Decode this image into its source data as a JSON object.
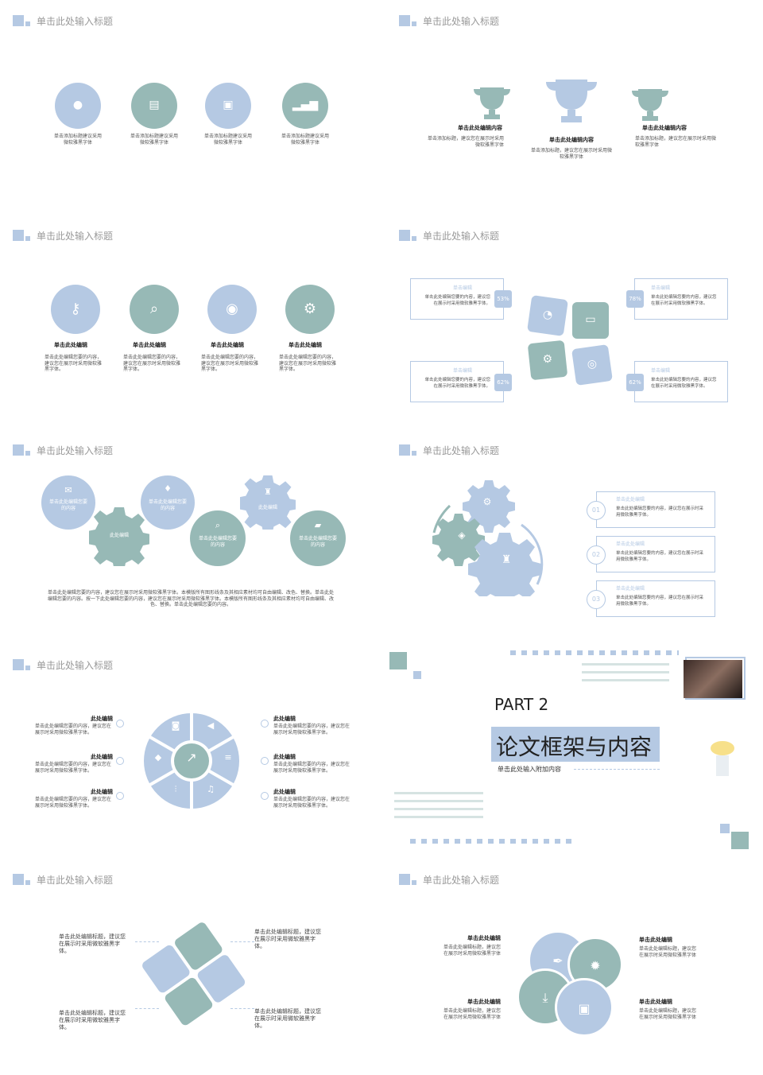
{
  "colors": {
    "blue": "#b5c9e3",
    "green": "#97b9b6",
    "title_gray": "#999999"
  },
  "slide_title": "单击此处输入标题",
  "s1": {
    "captions": [
      "单击添加标题建议采用微软雅黑字体",
      "单击添加标题建议采用微软雅黑字体",
      "单击添加标题建议采用微软雅黑字体",
      "单击添加标题建议采用微软雅黑字体"
    ],
    "icons": [
      "chat-icon",
      "store-icon",
      "lock-icon",
      "bar-chart-icon"
    ]
  },
  "s2": {
    "items": [
      {
        "head": "单击此处编辑内容",
        "body": "单击添加标题，建议您在展示时采用微软雅黑字体"
      },
      {
        "head": "单击此处编辑内容",
        "body": "单击添加标题，建议您在展示时采用微软雅黑字体"
      },
      {
        "head": "单击此处编辑内容",
        "body": "单击添加标题，建议您在展示时采用微软雅黑字体"
      }
    ]
  },
  "s3": {
    "items": [
      {
        "head": "单击此处编辑",
        "body": "单击此处编辑您要的内容，建议您在展示时采用微软雅黑字体。"
      },
      {
        "head": "单击此处编辑",
        "body": "单击此处编辑您要的内容，建议您在展示时采用微软雅黑字体。"
      },
      {
        "head": "单击此处编辑",
        "body": "单击此处编辑您要的内容，建议您在展示时采用微软雅黑字体。"
      },
      {
        "head": "单击此处编辑",
        "body": "单击此处编辑您要的内容，建议您在展示时采用微软雅黑字体。"
      }
    ]
  },
  "s4": {
    "boxes": [
      {
        "head": "单击编辑",
        "body": "单击此处编辑您要的内容，建议您在展示时采用微软雅黑字体。",
        "pct": "53%"
      },
      {
        "head": "单击编辑",
        "body": "单击此处编辑您要的内容，建议您在展示时采用微软雅黑字体。",
        "pct": "78%"
      },
      {
        "head": "单击编辑",
        "body": "单击此处编辑您要的内容，建议您在展示时采用微软雅黑字体。",
        "pct": "62%"
      },
      {
        "head": "单击编辑",
        "body": "单击此处编辑您要的内容，建议您在展示时采用微软雅黑字体。",
        "pct": "62%"
      }
    ]
  },
  "s5": {
    "circles": [
      "单击此处编辑您要的内容",
      "此处编辑",
      "单击此处编辑您要的内容",
      "此处编辑",
      "单击此处编辑您要的内容",
      "单击此处编辑您要的内容"
    ],
    "paragraph": "单击此处编辑您要的内容，建议您在展示时采用微软雅黑字体。本模版所有图形线条及其相应素材均可自由编辑、改色、替换。单击此处编辑您要的内容。按一下此处编辑您要的内容，建议您在展示时采用微软雅黑字体。本模版所有图形线条及其相应素材均可自由编辑、改色、替换。单击此处编辑您要的内容。"
  },
  "s6": {
    "items": [
      {
        "num": "01",
        "head": "单击此处编辑",
        "body": "单击此处编辑您要的内容，建议您在展示时采用微软雅黑字体。"
      },
      {
        "num": "02",
        "head": "单击此处编辑",
        "body": "单击此处编辑您要的内容，建议您在展示时采用微软雅黑字体。"
      },
      {
        "num": "03",
        "head": "单击此处编辑",
        "body": "单击此处编辑您要的内容，建议您在展示时采用微软雅黑字体。"
      }
    ]
  },
  "s7": {
    "items": [
      {
        "head": "此处编辑",
        "body": "单击此处编辑您要的内容，建议您在展示时采用微软雅黑字体。"
      },
      {
        "head": "此处编辑",
        "body": "单击此处编辑您要的内容，建议您在展示时采用微软雅黑字体。"
      },
      {
        "head": "此处编辑",
        "body": "单击此处编辑您要的内容，建议您在展示时采用微软雅黑字体。"
      },
      {
        "head": "此处编辑",
        "body": "单击此处编辑您要的内容，建议您在展示时采用微软雅黑字体。"
      },
      {
        "head": "此处编辑",
        "body": "单击此处编辑您要的内容，建议您在展示时采用微软雅黑字体。"
      },
      {
        "head": "此处编辑",
        "body": "单击此处编辑您要的内容，建议您在展示时采用微软雅黑字体。"
      }
    ]
  },
  "s8": {
    "part": "PART  2",
    "title": "论文框架与内容",
    "subtitle": "单击此处输入附加内容"
  },
  "s9": {
    "texts": [
      "单击此处编辑标题，建议您在展示时采用微软雅黑字体。",
      "单击此处编辑标题，建议您在展示时采用微软雅黑字体。",
      "单击此处编辑标题，建议您在展示时采用微软雅黑字体。",
      "单击此处编辑标题，建议您在展示时采用微软雅黑字体。"
    ]
  },
  "s10": {
    "items": [
      {
        "head": "单击此处编辑",
        "body": "单击此处编辑标题，建议您在展示时采用微软雅黑字体"
      },
      {
        "head": "单击此处编辑",
        "body": "单击此处编辑标题，建议您在展示时采用微软雅黑字体"
      },
      {
        "head": "单击此处编辑",
        "body": "单击此处编辑标题，建议您在展示时采用微软雅黑字体"
      },
      {
        "head": "单击此处编辑",
        "body": "单击此处编辑标题，建议您在展示时采用微软雅黑字体"
      }
    ]
  }
}
